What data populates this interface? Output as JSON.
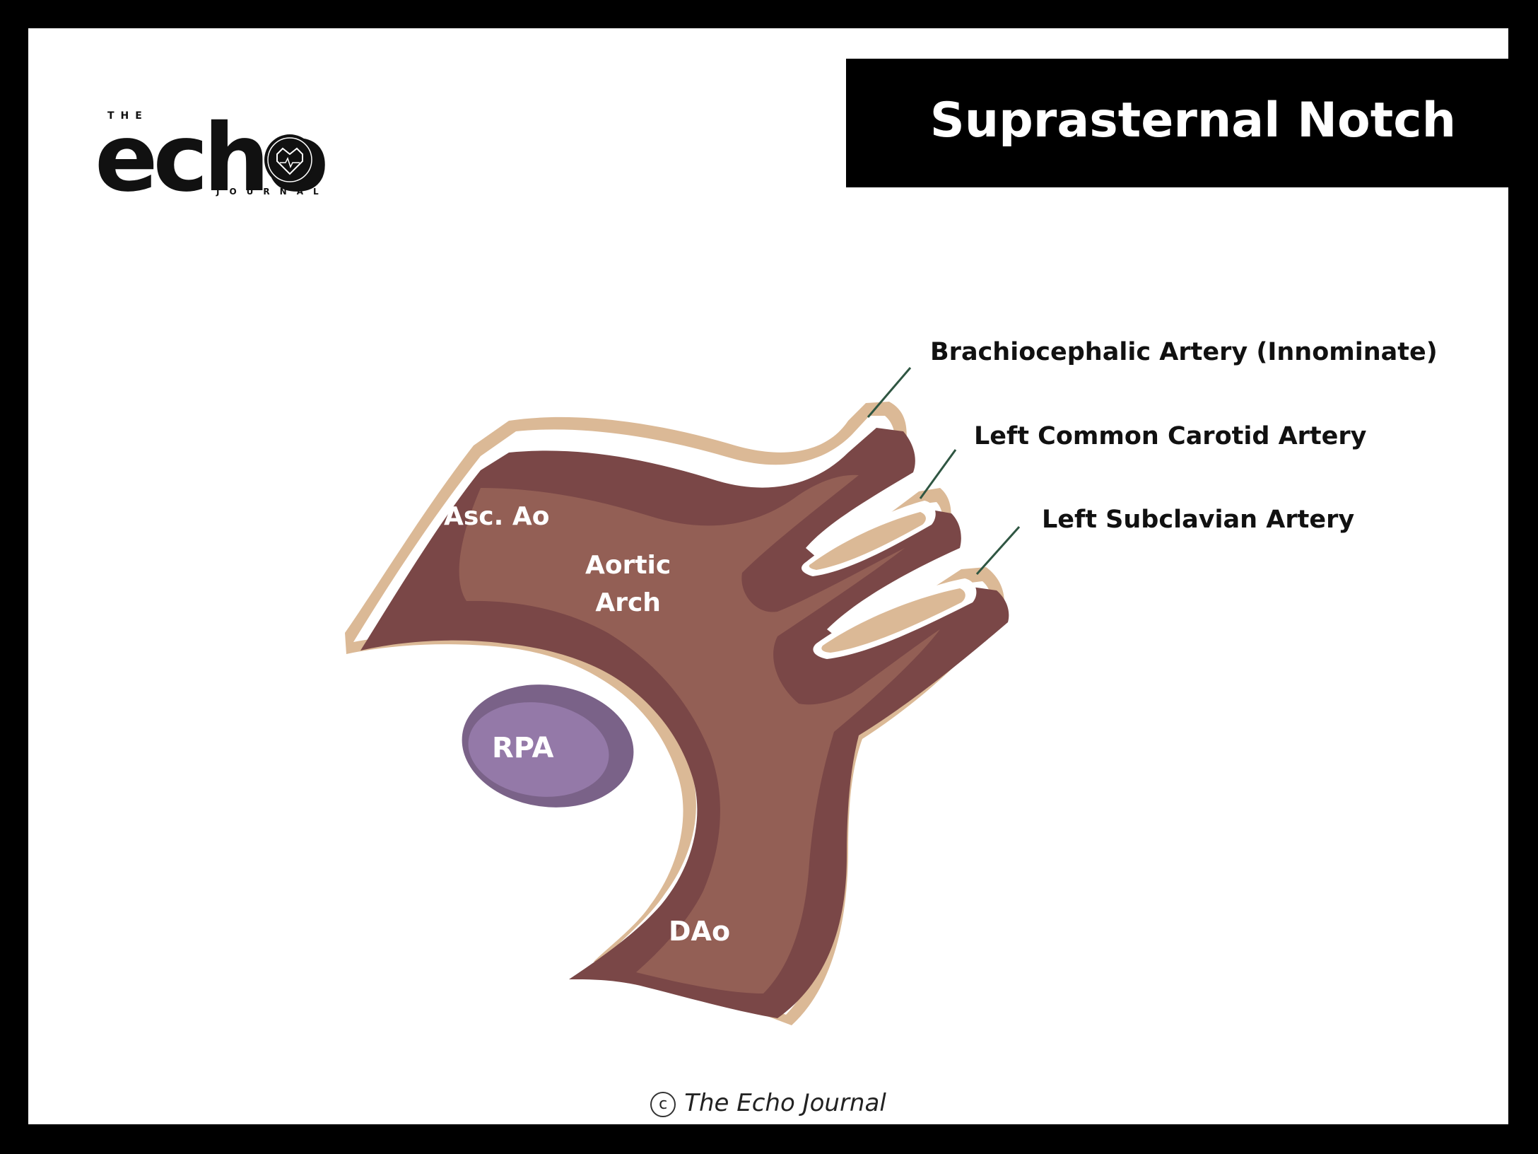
{
  "logo": {
    "top_text": "THE",
    "main_text": "echo",
    "bottom_text": "JOURNAL"
  },
  "title": "Suprasternal Notch",
  "labels": {
    "asc_ao": "Asc. Ao",
    "aortic_arch_line1": "Aortic",
    "aortic_arch_line2": "Arch",
    "rpa": "RPA",
    "dao": "DAo",
    "brachiocephalic": "Brachiocephalic Artery (Innominate)",
    "left_common_carotid": "Left Common Carotid Artery",
    "left_subclavian": "Left Subclavian Artery"
  },
  "footer": {
    "copyright_symbol": "c",
    "text": "The Echo Journal"
  },
  "colors": {
    "vessel_outer": "#dbb996",
    "vessel_dark": "#7a4747",
    "vessel_light": "#935f55",
    "rpa_dark": "#7a6288",
    "rpa_light": "#9479a8",
    "pointer": "#2f5642"
  }
}
